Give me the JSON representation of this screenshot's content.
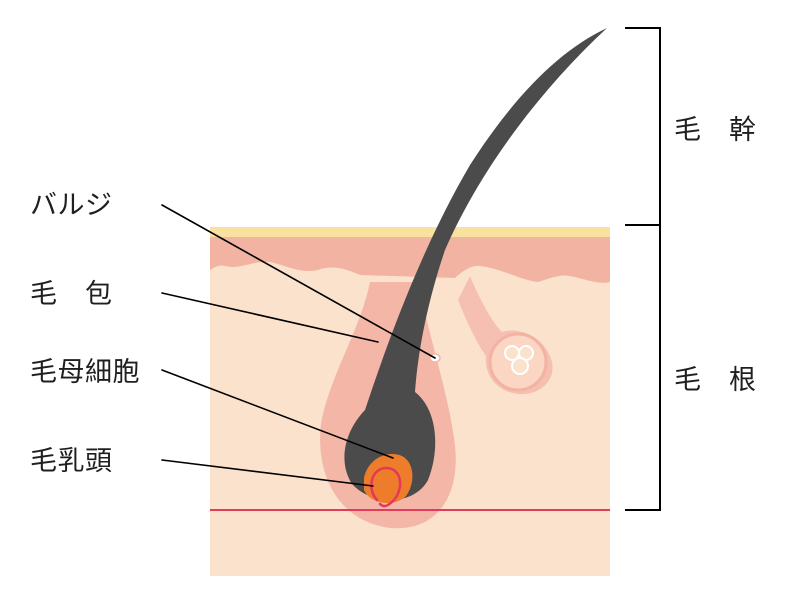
{
  "labels": {
    "bulge": "バルジ",
    "follicle": "毛　包",
    "matrix_cells": "毛母細胞",
    "papilla": "毛乳頭",
    "hair_shaft": "毛　幹",
    "hair_root": "毛　根"
  },
  "colors": {
    "epidermis_top": "#f9e2a0",
    "dermis_upper": "#f2b3a3",
    "dermis_body": "#fbe2cc",
    "follicle": "#f4b7a7",
    "hair": "#4b4b4b",
    "matrix": "#ee7d2b",
    "papilla_line": "#e4375a",
    "blood_line": "#e23b5b",
    "gland": "#f5c0b1"
  }
}
